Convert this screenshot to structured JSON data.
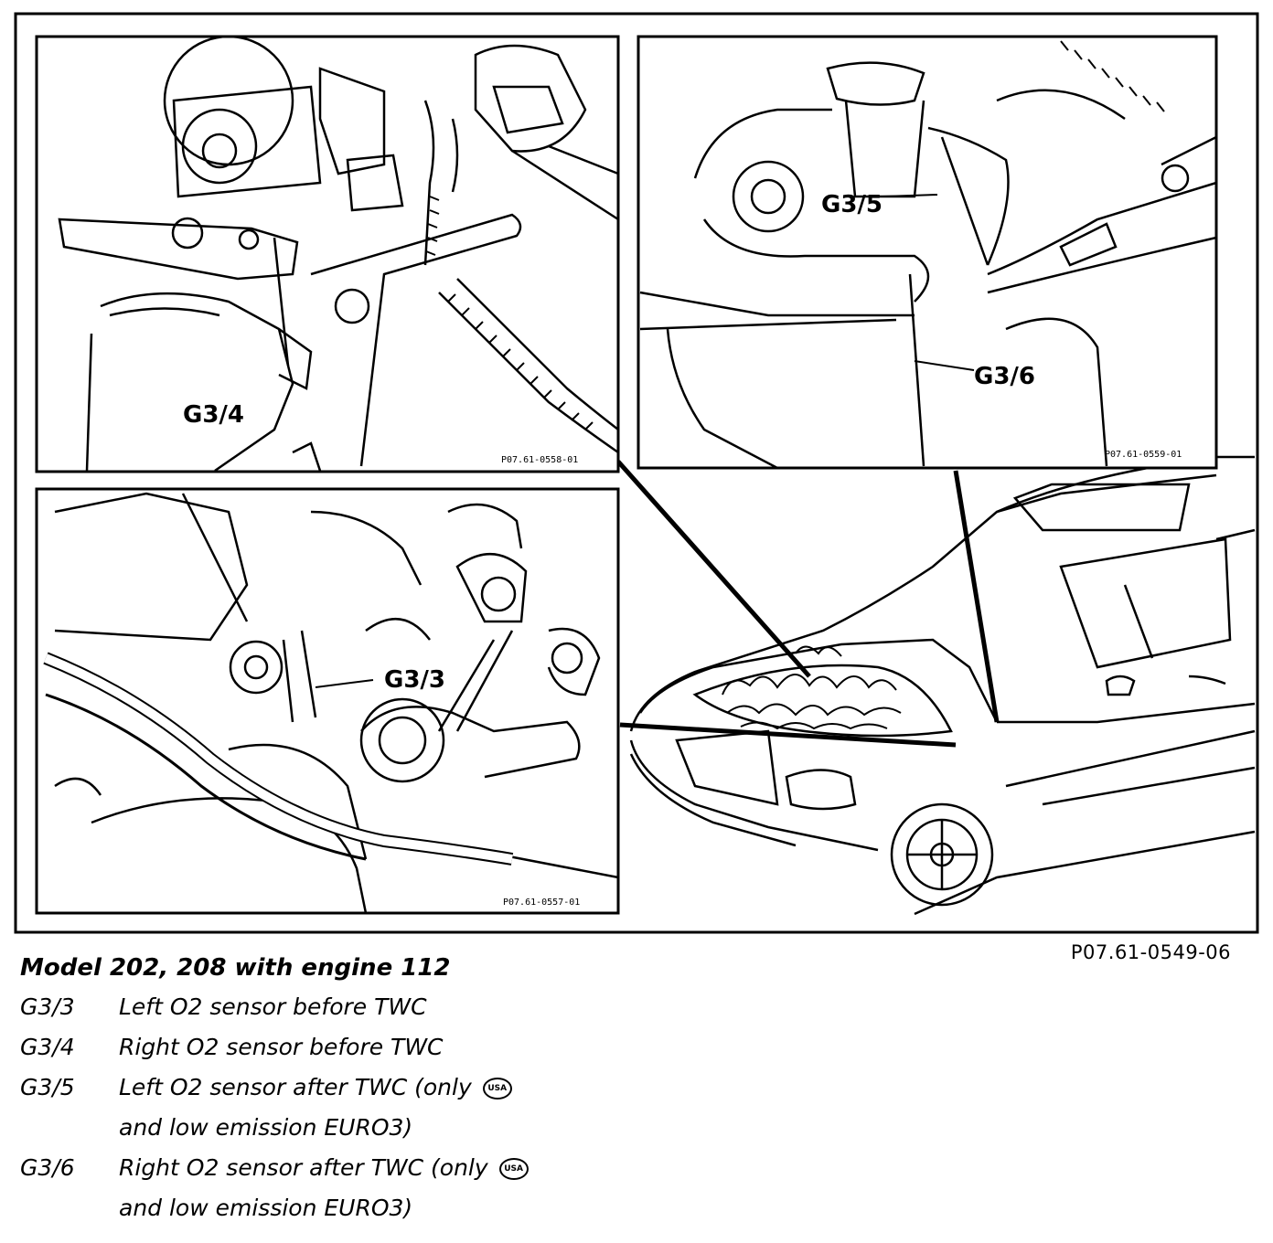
{
  "figure": {
    "reference": "P07.61-0549-06",
    "panels": [
      {
        "id": "top-left",
        "callouts": [
          "G3/4"
        ],
        "code": "P07.61-0558-01"
      },
      {
        "id": "top-right",
        "callouts": [
          "G3/5",
          "G3/6"
        ],
        "code": "P07.61-0559-01"
      },
      {
        "id": "bottom-left",
        "callouts": [
          "G3/3"
        ],
        "code": "P07.61-0557-01"
      }
    ]
  },
  "legend": {
    "title": "Model 202, 208 with engine 112",
    "items": [
      {
        "code": "G3/3",
        "description": "Left O2 sensor before TWC"
      },
      {
        "code": "G3/4",
        "description": "Right O2 sensor before TWC"
      },
      {
        "code": "G3/5",
        "description": "Left O2 sensor after TWC (only",
        "icon": "usa-badge-icon",
        "icon_text": "USA",
        "continuation": "and low emission EURO3)"
      },
      {
        "code": "G3/6",
        "description": "Right O2 sensor after TWC (only",
        "icon": "usa-badge-icon",
        "icon_text": "USA",
        "continuation": "and low emission EURO3)"
      }
    ]
  },
  "colors": {
    "ink": "#000000",
    "paper": "#ffffff"
  }
}
